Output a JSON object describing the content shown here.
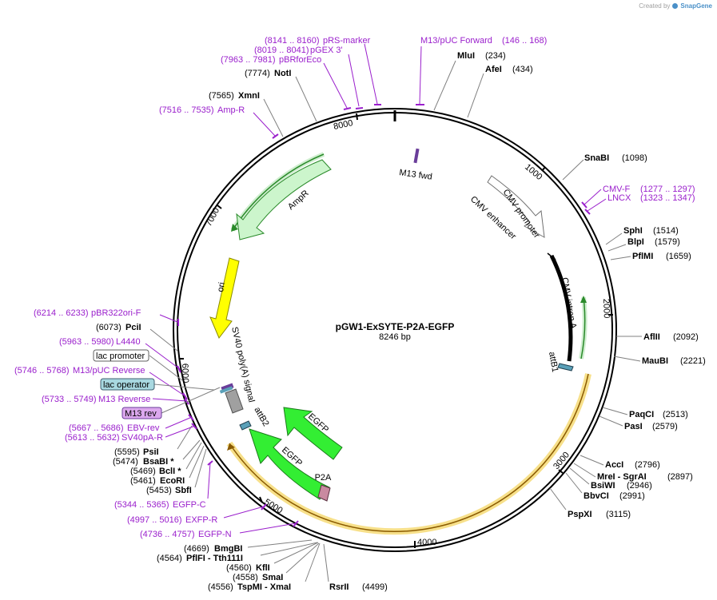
{
  "credit": {
    "prefix": "Created by",
    "brand": "SnapGene"
  },
  "plasmid": {
    "name": "pGW1-ExSYTE-P2A-EGFP",
    "length_label": "8246 bp"
  },
  "ticks": [
    "1000",
    "2000",
    "3000",
    "4000",
    "5000",
    "6000",
    "7000",
    "8000"
  ],
  "enzymes": [
    {
      "name": "MluI",
      "pos": "(234)"
    },
    {
      "name": "AfeI",
      "pos": "(434)"
    },
    {
      "name": "SnaBI",
      "pos": "(1098)"
    },
    {
      "name": "SphI",
      "pos": "(1514)"
    },
    {
      "name": "BlpI",
      "pos": "(1579)"
    },
    {
      "name": "PflMI",
      "pos": "(1659)"
    },
    {
      "name": "AflII",
      "pos": "(2092)"
    },
    {
      "name": "MauBI",
      "pos": "(2221)"
    },
    {
      "name": "PaqCI",
      "pos": "(2513)"
    },
    {
      "name": "PasI",
      "pos": "(2579)"
    },
    {
      "name": "AccI",
      "pos": "(2796)"
    },
    {
      "name": "MreI - SgrAI",
      "pos": "(2897)"
    },
    {
      "name": "BsiWI",
      "pos": "(2946)"
    },
    {
      "name": "BbvCI",
      "pos": "(2991)"
    },
    {
      "name": "PspXI",
      "pos": "(3115)"
    },
    {
      "name": "RsrII",
      "pos": "(4499)"
    },
    {
      "name": "TspMI - XmaI",
      "pos": "(4556)"
    },
    {
      "name": "SmaI",
      "pos": "(4558)"
    },
    {
      "name": "KflI",
      "pos": "(4560)"
    },
    {
      "name": "PflFI - Tth111I",
      "pos": "(4564)"
    },
    {
      "name": "BmgBI",
      "pos": "(4669)"
    },
    {
      "name": "SbfI",
      "pos": "(5453)"
    },
    {
      "name": "EcoRI",
      "pos": "(5461)"
    },
    {
      "name": "BclI *",
      "pos": "(5469)"
    },
    {
      "name": "BsaBI *",
      "pos": "(5474)"
    },
    {
      "name": "PsiI",
      "pos": "(5595)"
    },
    {
      "name": "PciI",
      "pos": "(6073)"
    },
    {
      "name": "XmnI",
      "pos": "(7565)"
    },
    {
      "name": "NotI",
      "pos": "(7774)"
    }
  ],
  "primers": [
    {
      "name": "M13/pUC Forward",
      "range": "(146 .. 168)"
    },
    {
      "name": "pRS-marker",
      "range": "(8141 .. 8160)"
    },
    {
      "name": "pGEX 3'",
      "range": "(8019 .. 8041)"
    },
    {
      "name": "pBRforEco",
      "range": "(7963 .. 7981)"
    },
    {
      "name": "Amp-R",
      "range": "(7516 .. 7535)"
    },
    {
      "name": "CMV-F",
      "range": "(1277 .. 1297)"
    },
    {
      "name": "LNCX",
      "range": "(1323 .. 1347)"
    },
    {
      "name": "pBR322ori-F",
      "range": "(6214 .. 6233)"
    },
    {
      "name": "L4440",
      "range": "(5963 .. 5980)"
    },
    {
      "name": "M13/pUC Reverse",
      "range": "(5746 .. 5768)"
    },
    {
      "name": "M13 Reverse",
      "range": "(5733 .. 5749)"
    },
    {
      "name": "EBV-rev",
      "range": "(5667 .. 5686)"
    },
    {
      "name": "SV40pA-R",
      "range": "(5613 .. 5632)"
    },
    {
      "name": "EGFP-C",
      "range": "(5344 .. 5365)"
    },
    {
      "name": "EXFP-R",
      "range": "(4997 .. 5016)"
    },
    {
      "name": "EGFP-N",
      "range": "(4736 .. 4757)"
    }
  ],
  "boxed_labels": {
    "lac_promoter": "lac promoter",
    "lac_operator": "lac operator",
    "m13_rev": "M13 rev"
  },
  "features": {
    "m13_fwd": "M13 fwd",
    "cmv_enhancer": "CMV enhancer",
    "cmv_promoter": "CMV promoter",
    "cmv_intron": "CMV intron A",
    "attb1": "attB1",
    "attb2": "attB2",
    "ampr": "AmpR",
    "ori": "ori",
    "sv40": "SV40 poly(A) signal",
    "egfp_1": "EGFP",
    "egfp_2": "EGFP",
    "p2a": "P2A"
  },
  "colors": {
    "primer": "#9a1fcc",
    "ampr_fill": "#ccf5cc",
    "ampr_edge": "#2a8a2a",
    "ori_fill": "#ffff00",
    "egfp_fill": "#33ee33",
    "insert_band": "#f7e08a",
    "p2a_fill": "#c98aa0",
    "attb_fill": "#5aa0b8",
    "lac_operator_fill": "#a8d8e0",
    "m13_rev_fill": "#dca8ee"
  }
}
